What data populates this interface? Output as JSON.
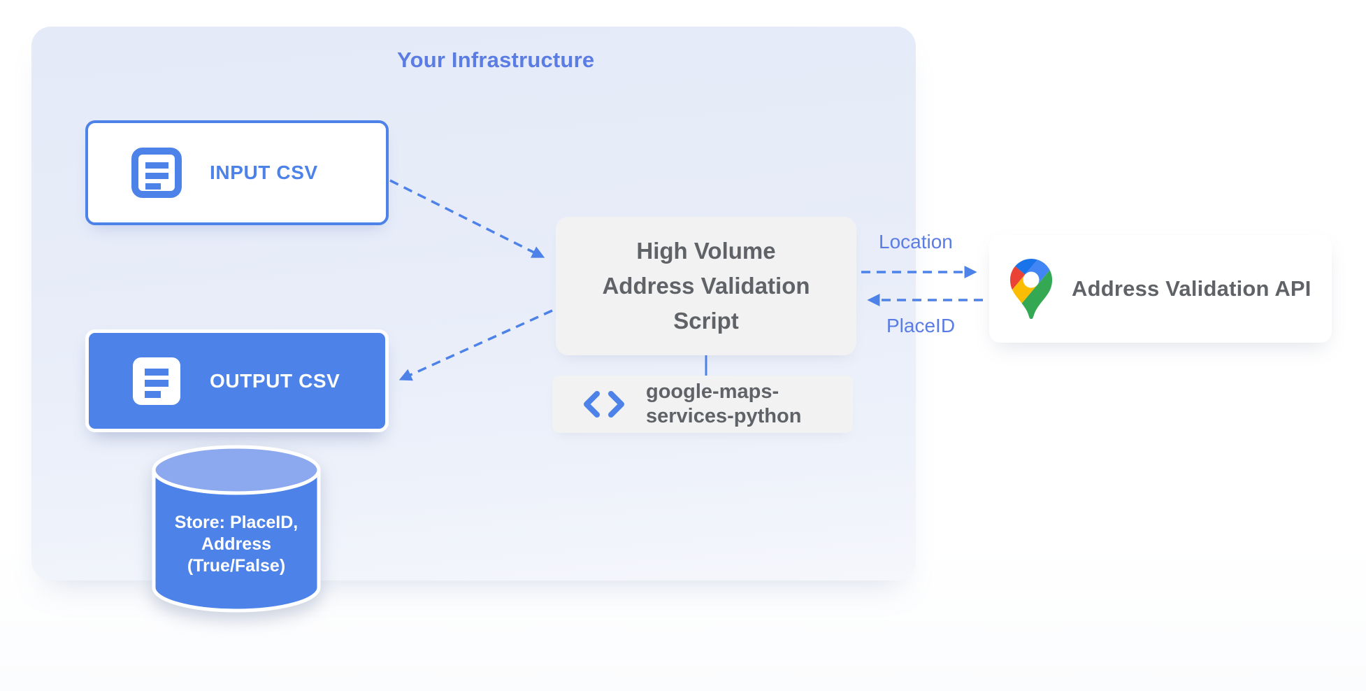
{
  "infrastructure": {
    "title": "Your Infrastructure"
  },
  "nodes": {
    "input_csv": {
      "label": "INPUT CSV",
      "icon": "document-icon"
    },
    "output_csv": {
      "label": "OUTPUT CSV",
      "icon": "document-icon"
    },
    "datastore": {
      "lines": [
        "Store: PlaceID,",
        "Address",
        "(True/False)"
      ],
      "shape": "database-cylinder"
    },
    "script": {
      "lines": [
        "High Volume",
        "Address Validation",
        "Script"
      ]
    },
    "library": {
      "lines": [
        "google-maps-",
        "services-python"
      ],
      "icon": "code-icon"
    },
    "api": {
      "label": "Address Validation API",
      "icon": "google-maps-pin-icon"
    }
  },
  "edges": {
    "input_to_script": {
      "style": "dashed-arrow"
    },
    "script_to_output": {
      "style": "dashed-arrow"
    },
    "script_to_api": {
      "label": "Location",
      "style": "dashed-arrow"
    },
    "api_to_script": {
      "label": "PlaceID",
      "style": "dashed-arrow"
    },
    "script_to_library": {
      "style": "solid-line"
    }
  },
  "colors": {
    "accent_blue": "#4d82e8",
    "label_blue": "#5b7ce2",
    "panel_background": "#e8edf9",
    "box_gray": "#f2f2f3",
    "text_gray": "#5f6368",
    "cylinder_top_blue": "#8ca8ee",
    "pin_blue": "#4285f4",
    "pin_red": "#ea4335",
    "pin_yellow": "#fbbc04",
    "pin_green": "#34a853"
  }
}
